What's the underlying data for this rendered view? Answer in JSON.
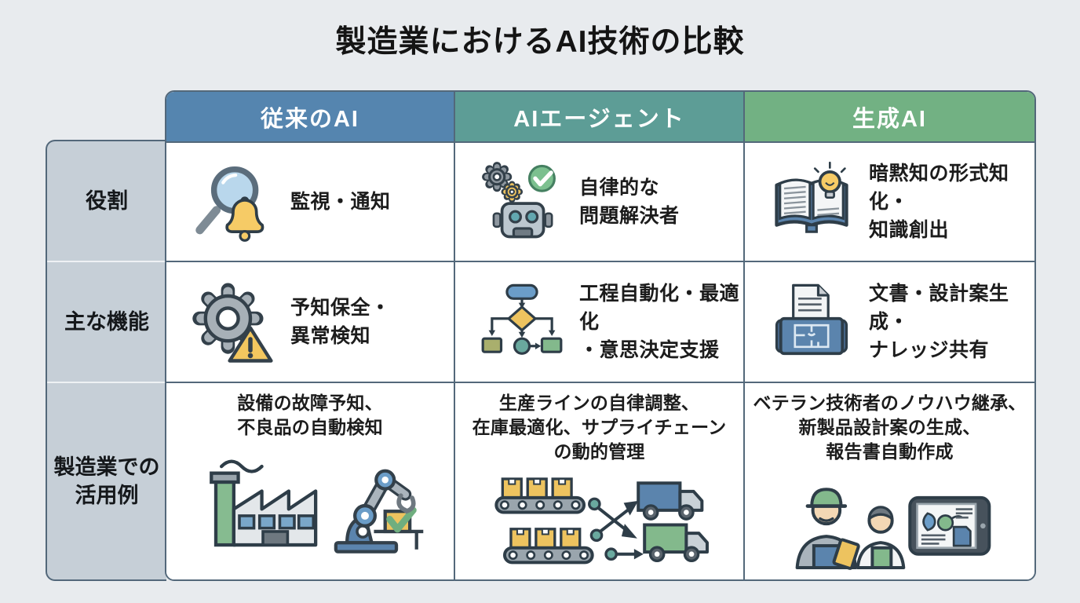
{
  "page": {
    "title": "製造業におけるAI技術の比較",
    "background_color": "#e8ebee"
  },
  "table": {
    "border_color": "#53687a",
    "row_label_bg": "#c6cfd7",
    "cell_bg": "#ffffff",
    "columns": [
      {
        "id": "traditional-ai",
        "label": "従来のAI",
        "header_color": "#5585af"
      },
      {
        "id": "ai-agent",
        "label": "AIエージェント",
        "header_color": "#5d9d96"
      },
      {
        "id": "generative-ai",
        "label": "生成AI",
        "header_color": "#72b183"
      }
    ],
    "rows": [
      {
        "label": "役割",
        "cells": [
          {
            "icon": "magnifier-bell",
            "text": "監視・通知"
          },
          {
            "icon": "robot-gears-check",
            "text": "自律的な\n問題解決者"
          },
          {
            "icon": "open-book-lightbulb",
            "text": "暗黙知の形式知化・\n知識創出"
          }
        ]
      },
      {
        "label": "主な機能",
        "cells": [
          {
            "icon": "gear-warning",
            "text": "予知保全・\n異常検知"
          },
          {
            "icon": "flowchart",
            "text": "工程自動化・最適化\n・意思決定支援"
          },
          {
            "icon": "blueprint-document",
            "text": "文書・設計案生成・\nナレッジ共有"
          }
        ]
      },
      {
        "label": "製造業での\n活用例",
        "cells": [
          {
            "icon": "factory-robot-arm",
            "text": "設備の故障予知、\n不良品の自動検知"
          },
          {
            "icon": "conveyor-belts-trucks",
            "text": "生産ラインの自律調整、\n在庫最適化、サプライチェーン\nの動的管理"
          },
          {
            "icon": "workers-tablet",
            "text": "ベテラン技術者のノウハウ継承、\n新製品設計案の生成、\n報告書自動作成"
          }
        ]
      }
    ]
  }
}
